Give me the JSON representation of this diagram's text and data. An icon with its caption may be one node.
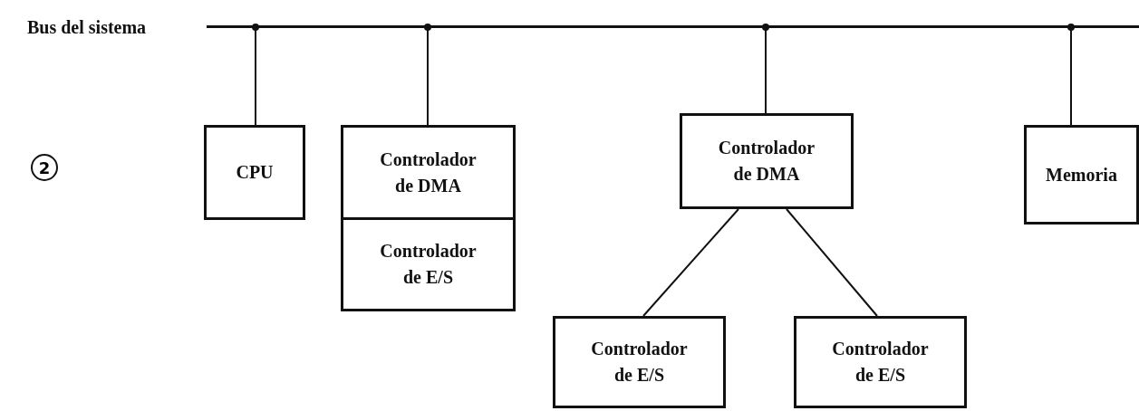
{
  "diagram": {
    "nodes": [
      {
        "text": [
          "Bus del sistema"
        ]
      },
      {
        "text": [
          "CPU"
        ]
      },
      {
        "text": [
          "Controlador de DMA"
        ]
      },
      {
        "text": [
          "Controlador de E/S"
        ]
      },
      {
        "text": [
          "Controlador de DMA"
        ]
      },
      {
        "text": [
          "Memoria"
        ]
      },
      {
        "text": [
          "Controlador de E/S"
        ]
      },
      {
        "text": [
          "Controlador de E/S"
        ]
      }
    ],
    "edges": [
      {
        "from": 0,
        "to": 1,
        "arrow": "other"
      },
      {
        "from": 0,
        "to": 2,
        "arrow": "other"
      },
      {
        "from": 0,
        "to": 4,
        "arrow": "other"
      },
      {
        "from": 0,
        "to": 5,
        "arrow": "other"
      },
      {
        "from": 4,
        "to": 6,
        "arrow": "none"
      },
      {
        "from": 4,
        "to": 7,
        "arrow": "none"
      }
    ],
    "labels": [
      "2"
    ]
  }
}
